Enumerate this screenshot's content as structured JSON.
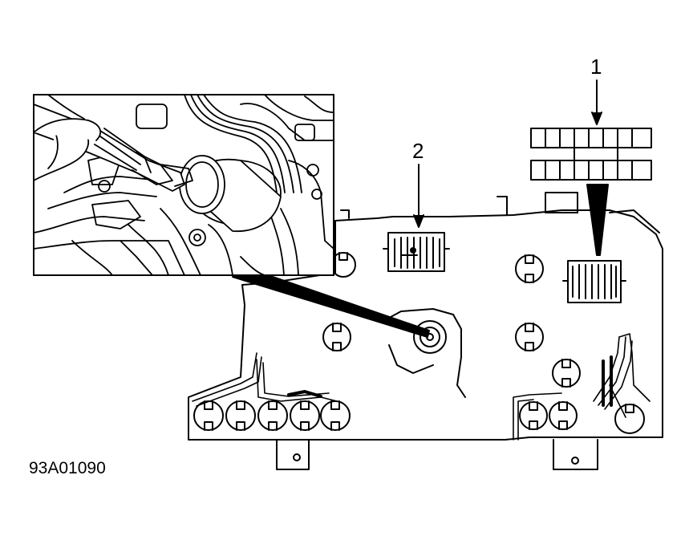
{
  "callouts": {
    "one": "1",
    "two": "2"
  },
  "figure_code": "93A01090",
  "colors": {
    "ink": "#000000",
    "paper": "#ffffff"
  }
}
